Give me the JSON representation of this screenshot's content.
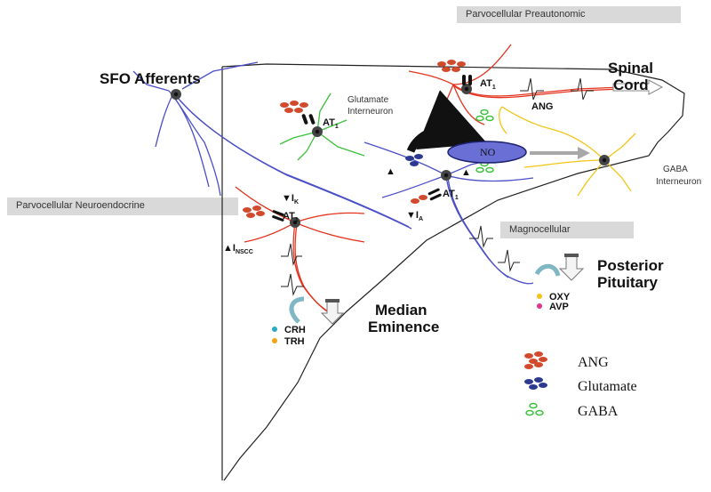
{
  "bands": {
    "preautonomic": "Parvocellular Preautonomic",
    "neuroendocrine": "Parvocellular Neuroendocrine",
    "magnocellular": "Magnocellular"
  },
  "regions": {
    "sfo": "SFO Afferents",
    "spinal_1": "Spinal",
    "spinal_2": "Cord",
    "posterior_1": "Posterior",
    "posterior_2": "Pituitary",
    "median_1": "Median",
    "median_2": "Eminence"
  },
  "neurons": {
    "glutamate_1": "Glutamate",
    "glutamate_2": "Interneuron",
    "gaba_1": "GABA",
    "gaba_2": "Interneuron"
  },
  "receptors": {
    "at": "AT",
    "sub1": "1",
    "ik": "▼I",
    "ik_sub": "K",
    "ia": "▼I",
    "ia_sub": "A",
    "insc": "▲I",
    "insc_sub": "NSCC",
    "triangle": "▲"
  },
  "signals": {
    "no": "NO",
    "ang": "ANG",
    "oxy": "OXY",
    "avp": "AVP",
    "crh": "CRH",
    "trh": "TRH"
  },
  "legend": [
    {
      "label": "ANG",
      "color": "#d24a2c"
    },
    {
      "label": "Glutamate",
      "color": "#2b3a8f"
    },
    {
      "label": "GABA",
      "color": "#39c13a"
    }
  ],
  "colors": {
    "red": "#e3341f",
    "blue": "#4b4fc8",
    "green": "#39c13a",
    "yellow": "#f2c417",
    "gray_arrow": "#a8a8a8"
  }
}
